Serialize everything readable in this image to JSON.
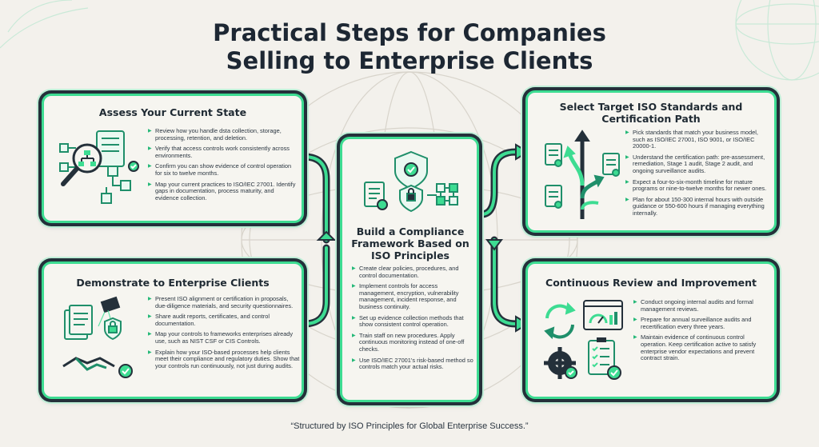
{
  "title": {
    "line1": "Practical Steps for Companies",
    "line2": "Selling to Enterprise Clients"
  },
  "colors": {
    "accent": "#3ddc92",
    "dark": "#24303a",
    "icon": "#1f8f6a",
    "background": "#f3f1ec"
  },
  "assess": {
    "title": "Assess Your Current State",
    "items": [
      "Review how you handle dsta collection, storage, processing, retention, and deletion.",
      "Verify that access controls work consistently across environments.",
      "Confirm you can show evidence of control operation for six to twelve months.",
      "Map your current practices to ISO/IEC 27001. Identify gaps in documentation, process maturity, and evidence collection."
    ]
  },
  "demonstrate": {
    "title": "Demonstrate to Enterprise Clients",
    "items": [
      "Present ISO alignment or certification in proposals, due-diligence materials, and security questionnaires.",
      "Share audit reports, certificates, and control documentation.",
      "Map your controls to frameworks enterprises already use, such as NIST CSF or CIS Controls.",
      "Explain how your ISO-based processes help clients meet their compliance and regulatory duties. Show that your controls run continuously, not just during audits."
    ]
  },
  "build": {
    "title": "Build a Compliance Framework Based on ISO Principles",
    "items": [
      "Create clear policies, procedures, and control documentation.",
      "Implement controls for access management, encryption, vulnerability management, incident response, and business continuity.",
      "Set up evidence collection methods that show consistent control operation.",
      "Train staff on new procedures. Apply continuous monitoring instead of one-off checks.",
      "Use ISO/IEC 27001's risk-based method so controls match your actual risks."
    ]
  },
  "select": {
    "title": "Select Target ISO Standards and Certification Path",
    "items": [
      "Pick standards that match your business model, such as ISO/IEC 27001, ISO 9001, or ISO/IEC 20000-1.",
      "Understand the certification path: pre-assessment, remediation, Stage 1 audit, Stage 2 audit, and ongoing surveillance audits.",
      "Expect a four-to-six-month timeline for mature programs or nine-to-twelve months for newer ones.",
      "Plan for about 150-300 internal hours with outside guidance or 550-600 hours if managing everything internally."
    ]
  },
  "review": {
    "title": "Continuous Review and Improvement",
    "items": [
      "Conduct ongoing internal audits and formal management reviews.",
      "Prepare for annual surveillance audits and recertification every three years.",
      "Maintain evidence of continuous control operation. Keep certification active to satisfy enterprise vendor expectations and prevent contract strain."
    ]
  },
  "footer_quote": "“Structured by ISO Principles for Global Enterprise Success.”"
}
